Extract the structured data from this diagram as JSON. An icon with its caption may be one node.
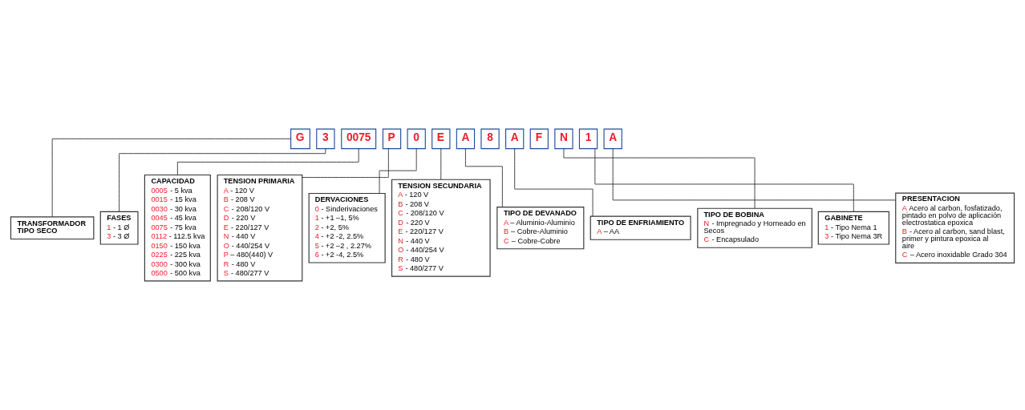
{
  "diagram": {
    "nodes": [
      {
        "text": [
          "G"
        ]
      },
      {
        "text": [
          "3"
        ]
      },
      {
        "text": [
          "0075"
        ]
      },
      {
        "text": [
          "P"
        ]
      },
      {
        "text": [
          "0"
        ]
      },
      {
        "text": [
          "E"
        ]
      },
      {
        "text": [
          "A"
        ]
      },
      {
        "text": [
          "8"
        ]
      },
      {
        "text": [
          "A"
        ]
      },
      {
        "text": [
          "F"
        ]
      },
      {
        "text": [
          "N"
        ]
      },
      {
        "text": [
          "1"
        ]
      },
      {
        "text": [
          "A"
        ]
      },
      {
        "text": [
          "TRANSFORMADOR TIPO SECO"
        ]
      },
      {
        "text": [
          "FASES",
          "1 - 1 Ø",
          "3 - 3 Ø"
        ]
      },
      {
        "text": [
          "CAPACIDAD",
          "0005 - 5 kva",
          "0015 - 15 kva",
          "0030 - 30 kva",
          "0045 - 45 kva",
          "0075 - 75 kva",
          "0112 - 112.5 kva",
          "0150 - 150 kva",
          "0225 - 225 kva",
          "0300 - 300 kva",
          "0500 - 500 kva"
        ]
      },
      {
        "text": [
          "TENSION PRIMARIA",
          "A - 120 V",
          "B - 208 V",
          "C - 208/120 V",
          "D - 220 V",
          "E - 220/127 V",
          "N - 440 V",
          "O - 440/254 V",
          "P – 480(440) V",
          "R - 480 V",
          "S - 480/277 V"
        ]
      },
      {
        "text": [
          "DERVACIONES",
          "0 - Sinderivaciones",
          "1 - +1 –1, 5%",
          "2 - +2, 5%",
          "4 - +2 -2, 2.5%",
          "5 - +2 –2 , 2.27%",
          "6 - +2 -4, 2.5%"
        ]
      },
      {
        "text": [
          "TENSION SECUNDARIA",
          "A - 120 V",
          "B - 208 V",
          "C - 208/120 V",
          "D - 220 V",
          "E - 220/127 V",
          "N - 440 V",
          "O - 440/254 V",
          "R - 480 V",
          "S - 480/277 V"
        ]
      },
      {
        "text": [
          "TIPO DE ENFRIAMIENTO",
          "A – AA"
        ]
      },
      {
        "text": [
          "TIPO DE DEVANADO",
          "A – Aluminio-Aluminio",
          "B – Cobre-Aluminio",
          "C – Cobre-Cobre"
        ]
      },
      {
        "text": [
          "PRESENTACION",
          "A Acero al carbon, fosfatizado, pintado en polvo de aplicación electrostatica epoxica",
          "B - Acero al carbon, sand blast, primer y pintura epoxica al aire",
          "C – Acero inoxidable Grado 304"
        ]
      },
      {
        "text": [
          "GABINETE",
          "1 - Tipo Nema 1",
          "3 - Tipo Nema 3R"
        ]
      },
      {
        "text": [
          "TIPO DE BOBINA",
          "N - Impregnado y Horneado en Secos",
          "C - Encapsulado"
        ]
      }
    ],
    "edges": [
      {
        "from": 0,
        "to": 13,
        "arrow": "none"
      },
      {
        "from": 1,
        "to": 14,
        "arrow": "none"
      },
      {
        "from": 2,
        "to": 15,
        "arrow": "none"
      },
      {
        "from": 3,
        "to": 16,
        "arrow": "none"
      },
      {
        "from": 4,
        "to": 17,
        "arrow": "none"
      },
      {
        "from": 5,
        "to": 18,
        "arrow": "none"
      },
      {
        "from": 6,
        "to": 20,
        "arrow": "none"
      },
      {
        "from": 8,
        "to": 19,
        "arrow": "none"
      },
      {
        "from": 10,
        "to": 23,
        "arrow": "none"
      },
      {
        "from": 11,
        "to": 22,
        "arrow": "none"
      },
      {
        "from": 12,
        "to": 21,
        "arrow": "none"
      }
    ]
  }
}
